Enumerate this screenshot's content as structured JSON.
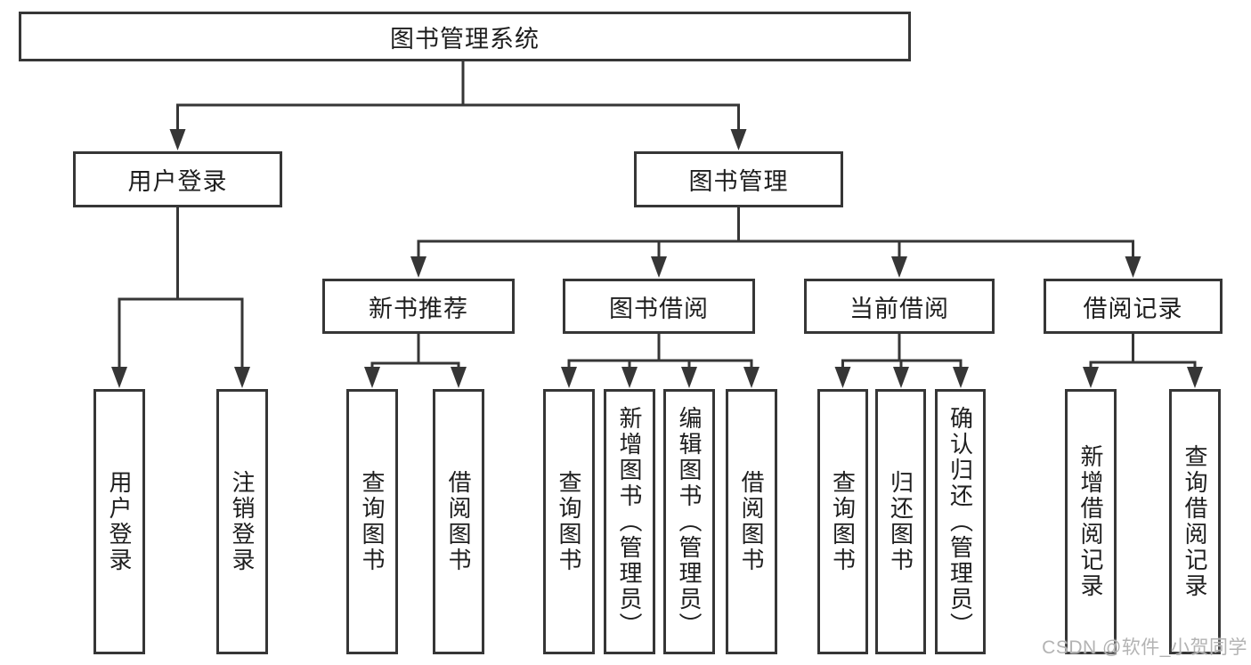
{
  "diagram": {
    "root": {
      "label": "图书管理系统"
    },
    "branches": [
      {
        "label": "用户登录",
        "children": [
          {
            "label": "用户登录"
          },
          {
            "label": "注销登录"
          }
        ]
      },
      {
        "label": "图书管理",
        "children": [
          {
            "label": "新书推荐",
            "children": [
              {
                "label": "查询图书"
              },
              {
                "label": "借阅图书"
              }
            ]
          },
          {
            "label": "图书借阅",
            "children": [
              {
                "label": "查询图书"
              },
              {
                "label": "新增图书（管理员）"
              },
              {
                "label": "编辑图书（管理员）"
              },
              {
                "label": "借阅图书"
              }
            ]
          },
          {
            "label": "当前借阅",
            "children": [
              {
                "label": "查询图书"
              },
              {
                "label": "归还图书"
              },
              {
                "label": "确认归还（管理员）"
              }
            ]
          },
          {
            "label": "借阅记录",
            "children": [
              {
                "label": "新增借阅记录"
              },
              {
                "label": "查询借阅记录"
              }
            ]
          }
        ]
      }
    ],
    "watermark": "CSDN @软件_小贺同学",
    "colors": {
      "line": "#363636",
      "text": "#1e1e1e",
      "watermark": "#b3b3b3",
      "background": "#ffffff"
    }
  }
}
